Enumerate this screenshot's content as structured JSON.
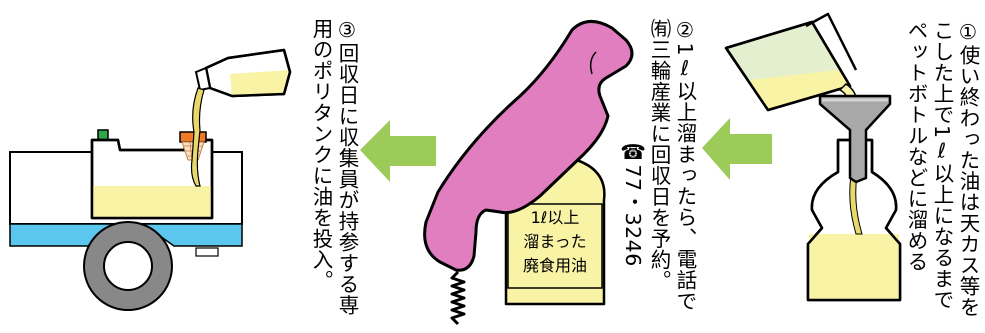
{
  "steps": {
    "step1": {
      "line1": "①使い終わった油は天カス等を",
      "line2": "こした上で1ℓ以上になるまで",
      "line3": "ペットボトルなどに溜める"
    },
    "step2": {
      "line1": "②1ℓ以上溜まったら、電話で",
      "line2": "㈲三輪産業に回収日を予約。",
      "phone": "☎77・3246"
    },
    "step3": {
      "line1": "③回収日に収集員が持参する専",
      "line2": "用のポリタンクに油を投入。"
    }
  },
  "bottle_label": {
    "line1": "1ℓ以上",
    "line2": "溜まった",
    "line3": "廃食用油"
  },
  "colors": {
    "arrow": "#9ccb5a",
    "oil": "#f9f3a6",
    "phone": "#e07ec0",
    "truck_bed": "#5bc7ef",
    "cap_blue": "#2f9fe6",
    "cap_orange": "#f07a2a",
    "cap_green": "#2ea84a",
    "wheel": "#888888"
  }
}
